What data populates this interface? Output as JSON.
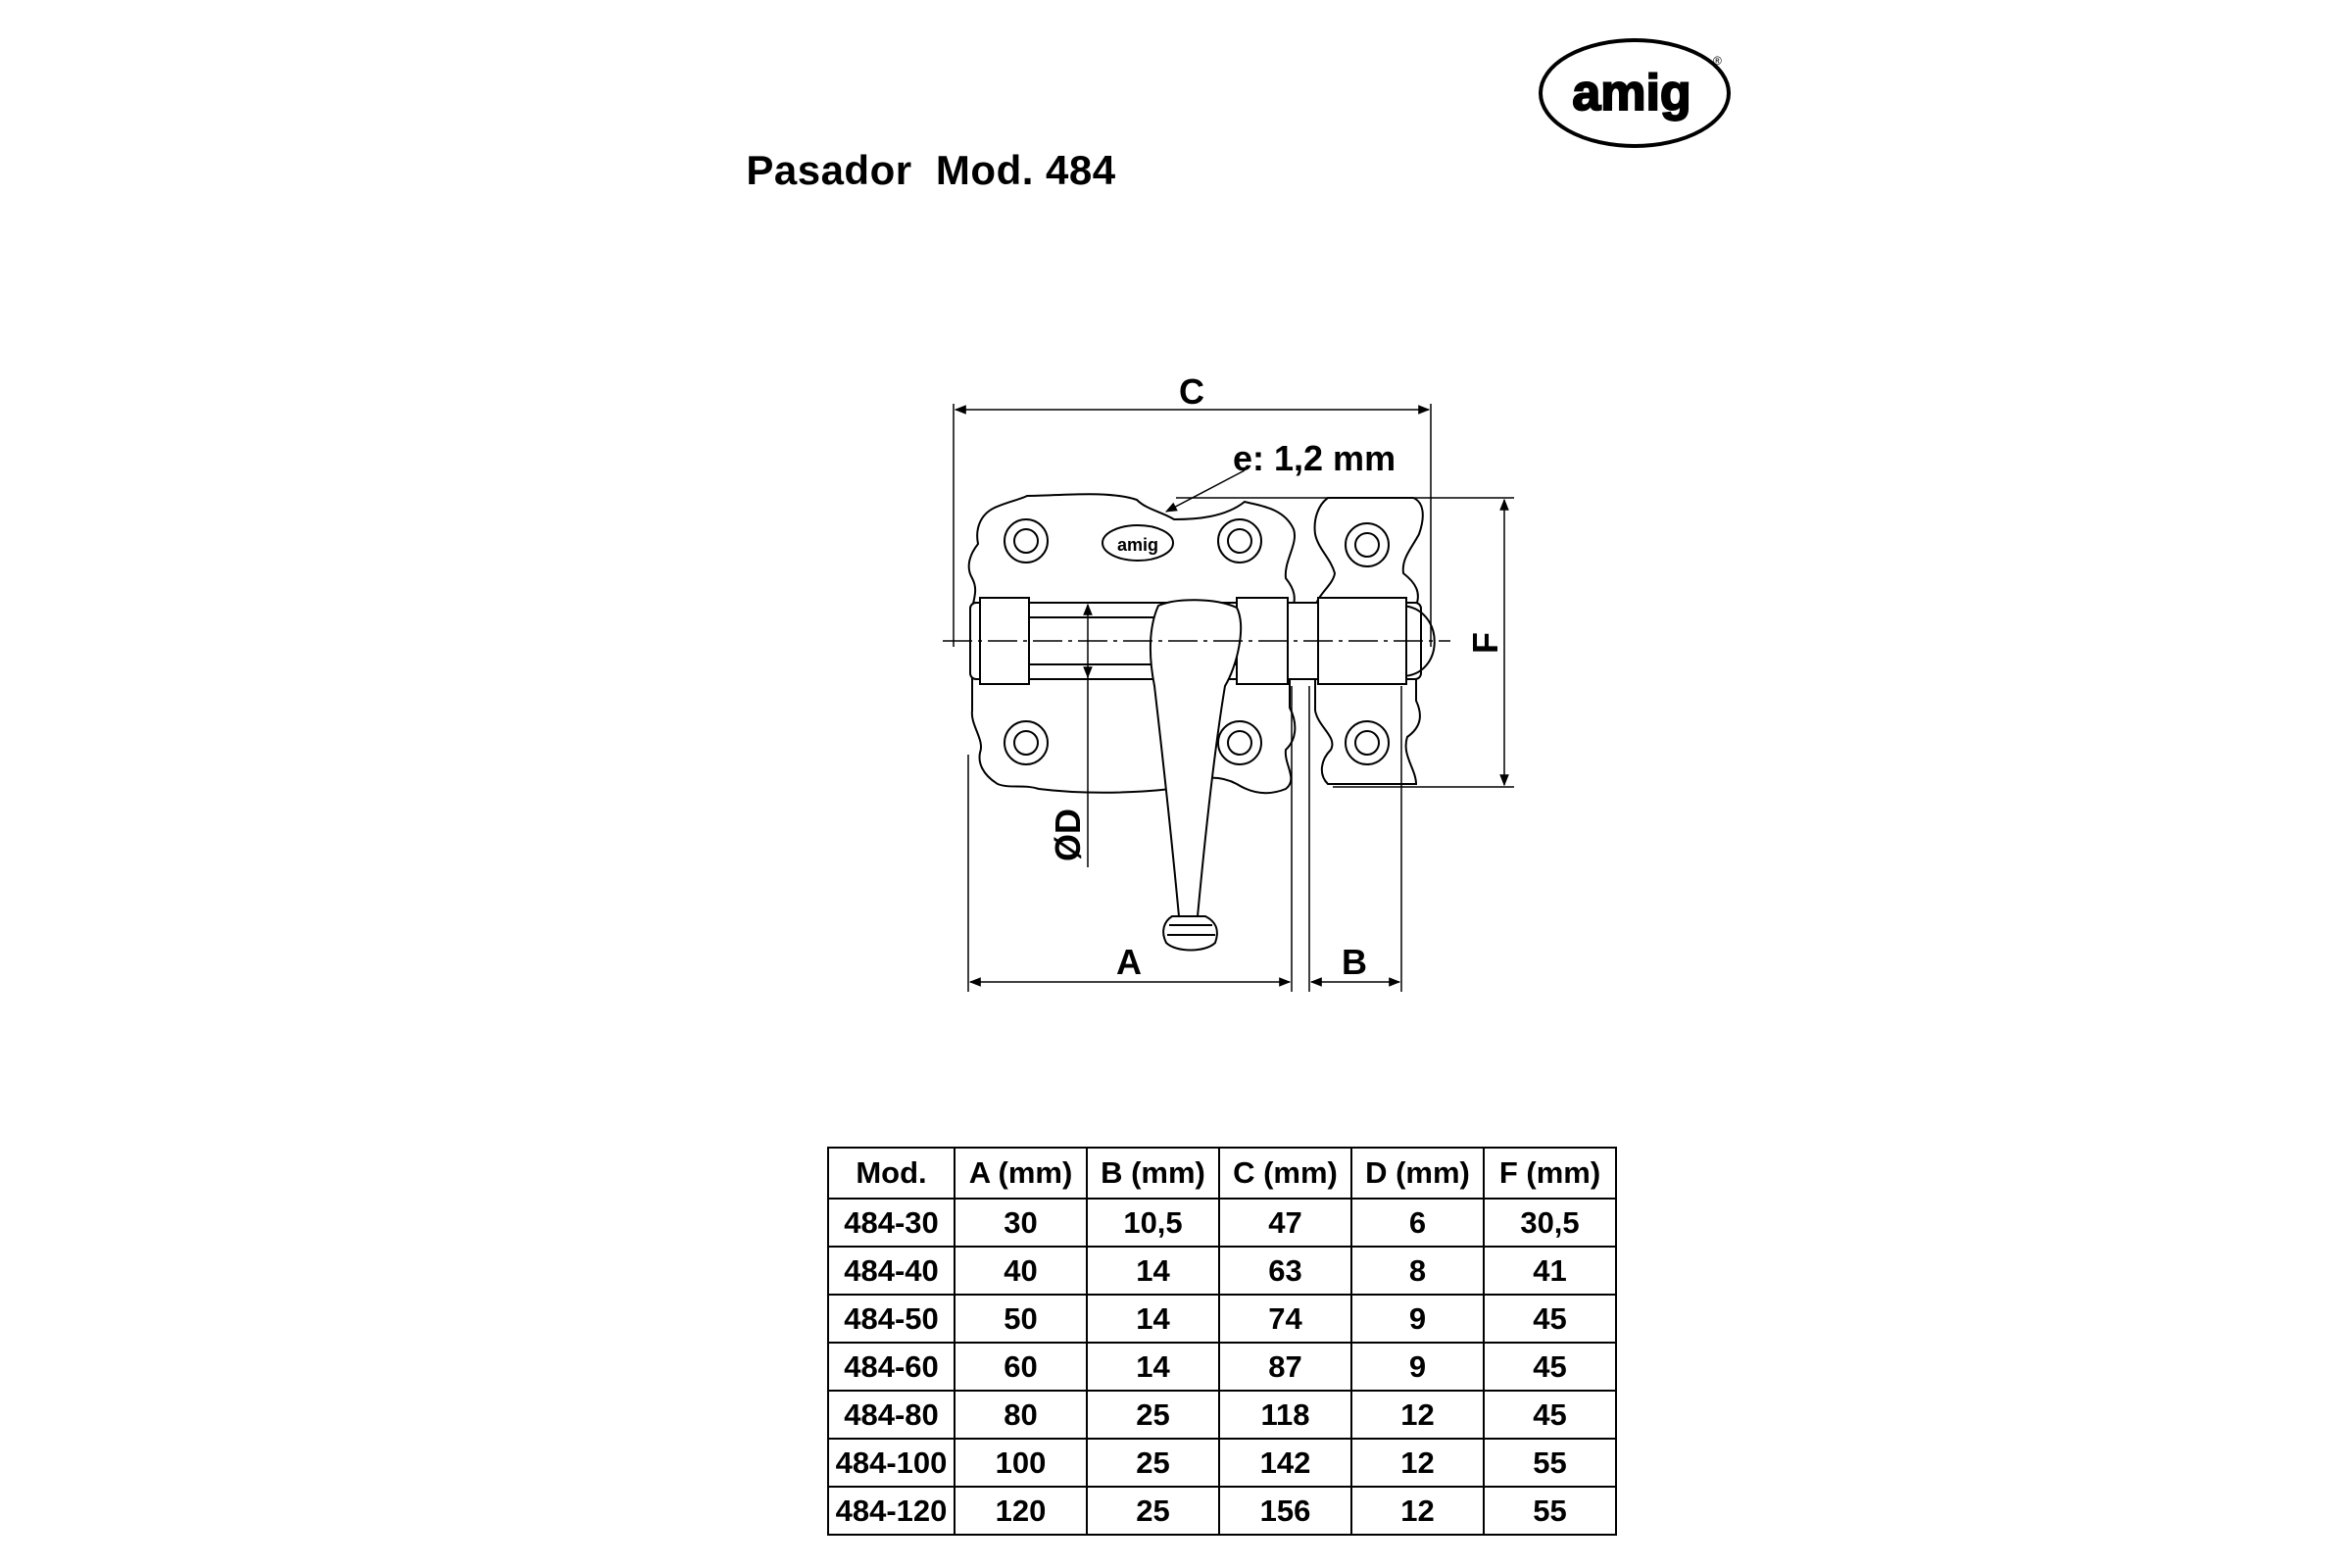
{
  "brand": {
    "logo_text": "amig",
    "registered_mark": "®"
  },
  "title": "Pasador  Mod. 484",
  "drawing": {
    "labels": {
      "C": "C",
      "thickness": "e: 1,2 mm",
      "F": "F",
      "D": "ØD",
      "A": "A",
      "B": "B"
    },
    "plate_logo_text": "amig"
  },
  "table": {
    "headers": [
      "Mod.",
      "A (mm)",
      "B (mm)",
      "C (mm)",
      "D (mm)",
      "F (mm)"
    ],
    "rows": [
      [
        "484-30",
        "30",
        "10,5",
        "47",
        "6",
        "30,5"
      ],
      [
        "484-40",
        "40",
        "14",
        "63",
        "8",
        "41"
      ],
      [
        "484-50",
        "50",
        "14",
        "74",
        "9",
        "45"
      ],
      [
        "484-60",
        "60",
        "14",
        "87",
        "9",
        "45"
      ],
      [
        "484-80",
        "80",
        "25",
        "118",
        "12",
        "45"
      ],
      [
        "484-100",
        "100",
        "25",
        "142",
        "12",
        "55"
      ],
      [
        "484-120",
        "120",
        "25",
        "156",
        "12",
        "55"
      ]
    ]
  }
}
